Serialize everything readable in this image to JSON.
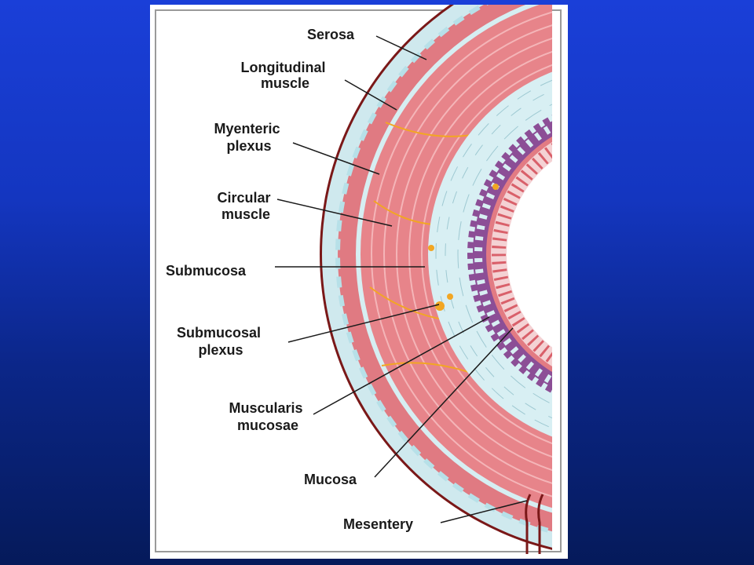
{
  "diagram": {
    "labels": {
      "serosa": [
        "Serosa"
      ],
      "longitudinal_muscle": [
        "Longitudinal",
        "muscle"
      ],
      "myenteric_plexus": [
        "Myenteric",
        "plexus"
      ],
      "circular_muscle": [
        "Circular",
        "muscle"
      ],
      "submucosa": [
        "Submucosa"
      ],
      "submucosal_plexus": [
        "Submucosal",
        "plexus"
      ],
      "muscularis_mucosae": [
        "Muscularis",
        "mucosae"
      ],
      "mucosa": [
        "Mucosa"
      ],
      "mesentery": [
        "Mesentery"
      ]
    },
    "colors": {
      "serosa": "#7a1818",
      "connective": "#d6eef2",
      "muscle": "#e7848a",
      "muscle_light": "#f2b4b7",
      "nerve": "#f2a623",
      "gland": "#8c4e96",
      "background_top": "#1a3fd8",
      "background_bottom": "#051a5a"
    }
  }
}
